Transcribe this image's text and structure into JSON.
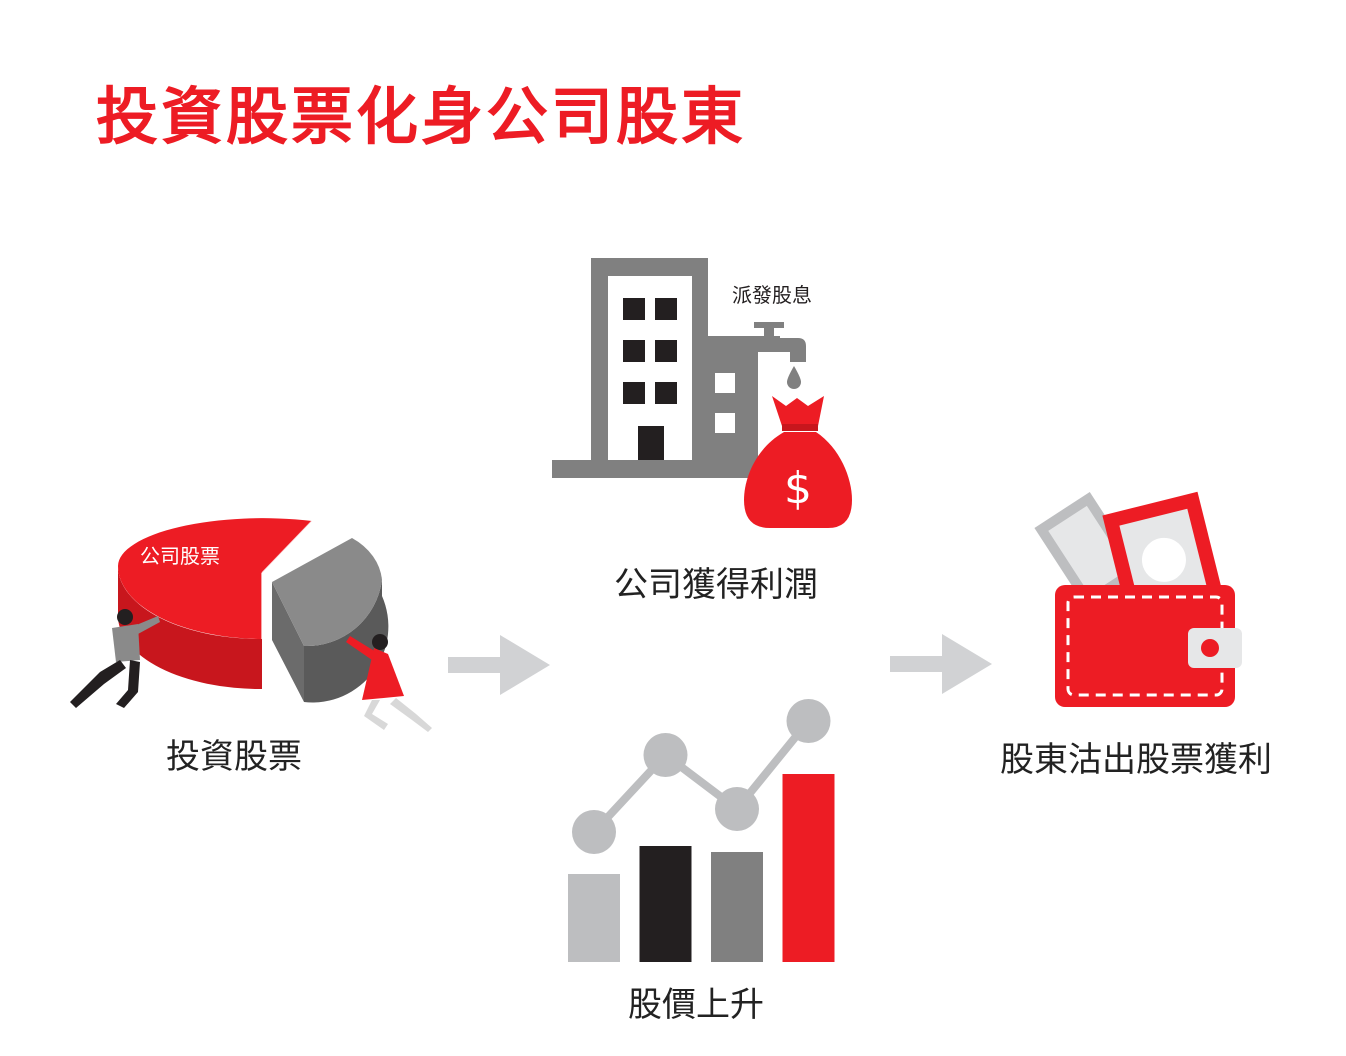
{
  "title": "投資股票化身公司股東",
  "colors": {
    "accent": "#ed1c24",
    "dark": "#231f20",
    "mid": "#808080",
    "light": "#bdbec0",
    "arrow": "#d1d2d4"
  },
  "steps": {
    "invest": {
      "caption": "投資股票",
      "pie_label": "公司股票",
      "icon": "pie-chart-people-pushing-icon"
    },
    "profit": {
      "caption": "公司獲得利潤",
      "dividend_label": "派發股息",
      "icon": "building-tap-money-bag-icon"
    },
    "price": {
      "caption": "股價上升",
      "icon": "rising-bar-line-chart-icon"
    },
    "sell": {
      "caption": "股東沽出股票獲利",
      "icon": "wallet-cash-icon"
    }
  },
  "chart_data": {
    "type": "bar",
    "title": "",
    "xlabel": "",
    "ylabel": "",
    "bar_values": [
      88,
      116,
      110,
      188
    ],
    "line_values": [
      130,
      207,
      153,
      241
    ],
    "bar_colors": [
      "#bdbec0",
      "#231f20",
      "#808080",
      "#ed1c24"
    ],
    "ylim": [
      0,
      270
    ],
    "grid": false
  }
}
